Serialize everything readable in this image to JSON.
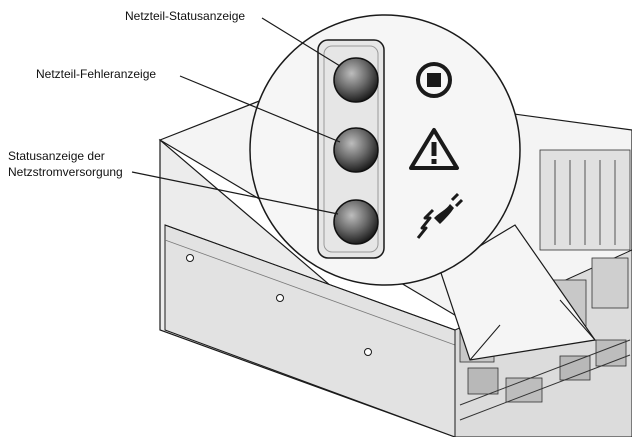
{
  "callouts": {
    "netzteil_statusanzeige": "Netzteil-Statusanzeige",
    "netzteil_fehleranzeige": "Netzteil-Fehleranzeige",
    "netzstrom_line1": "Statusanzeige der",
    "netzstrom_line2": "Netzstromversorgung"
  },
  "icons": {
    "top": "power-status-icon",
    "middle": "warning-triangle-icon",
    "bottom": "ac-power-plug-icon"
  },
  "colors": {
    "line": "#1a1a1a",
    "led_dark": "#2a2a2a",
    "led_light": "#bdbdbd",
    "panel": "#e6e6e6",
    "chassis_face": "#f2f2f2",
    "chassis_side": "#d9d9d9"
  }
}
